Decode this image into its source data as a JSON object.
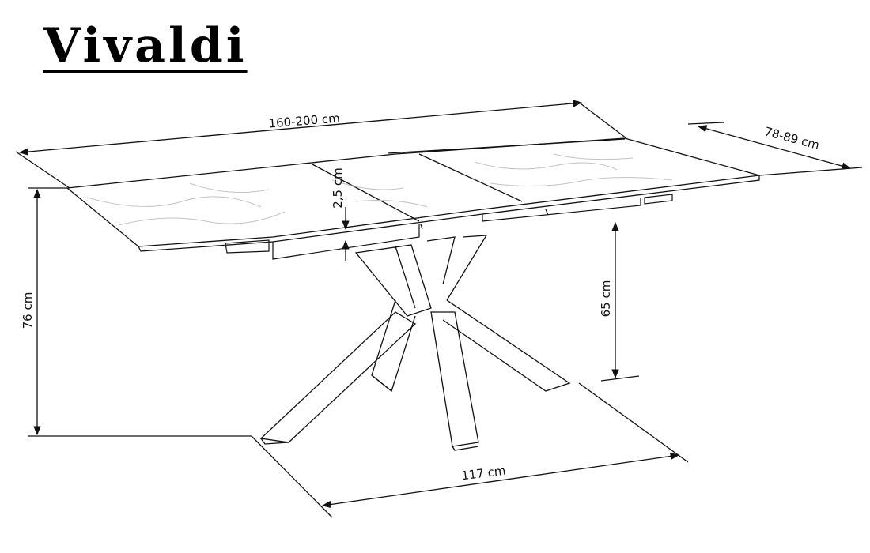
{
  "title": "Vivaldi",
  "dimensions": {
    "length": "160-200 cm",
    "width": "78-89 cm",
    "top_thickness": "2,5 cm",
    "total_height": "76 cm",
    "under_height": "65 cm",
    "base_length": "117 cm"
  },
  "colors": {
    "line": "#111111",
    "marble_vein": "#bdbdbd"
  }
}
